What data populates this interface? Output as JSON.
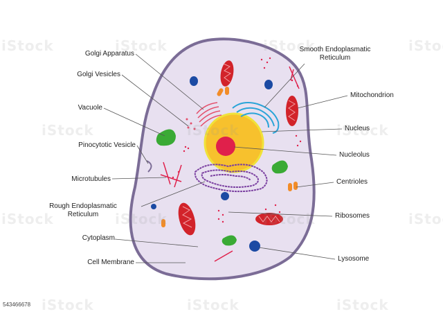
{
  "diagram": {
    "labels": {
      "golgi_apparatus": "Golgi Apparatus",
      "golgi_vesicles": "Golgi Vesicles",
      "vacuole": "Vacuole",
      "pinocytotic_vesicle": "Pinocytotic Vesicle",
      "microtubules": "Microtubules",
      "rough_er_line1": "Rough Endoplasmatic",
      "rough_er_line2": "Reticulum",
      "cytoplasm": "Cytoplasm",
      "cell_membrane": "Cell Membrane",
      "smooth_er_line1": "Smooth Endoplasmatic",
      "smooth_er_line2": "Reticulum",
      "mitochondrion": "Mitochondrion",
      "nucleus": "Nucleus",
      "nucleolus": "Nucleolus",
      "centrioles": "Centrioles",
      "ribosomes": "Ribosomes",
      "lysosome": "Lysosome"
    },
    "colors": {
      "cytoplasm": "#e8e0f0",
      "membrane": "#7b6c96",
      "nucleus": "#f7c12d",
      "nucleus_ring": "#f0e23a",
      "nucleolus": "#e0204b",
      "mitochondrion": "#d2232a",
      "vacuole": "#3aaa35",
      "lysosome": "#1b4aa3",
      "smooth_er": "#2aa4d8",
      "rough_er": "#7a3fa0",
      "golgi": "#e44e6a",
      "centriole": "#f28c28",
      "leader": "#555555"
    }
  },
  "watermark": {
    "text": "iStock",
    "stock_id": "543466678"
  }
}
